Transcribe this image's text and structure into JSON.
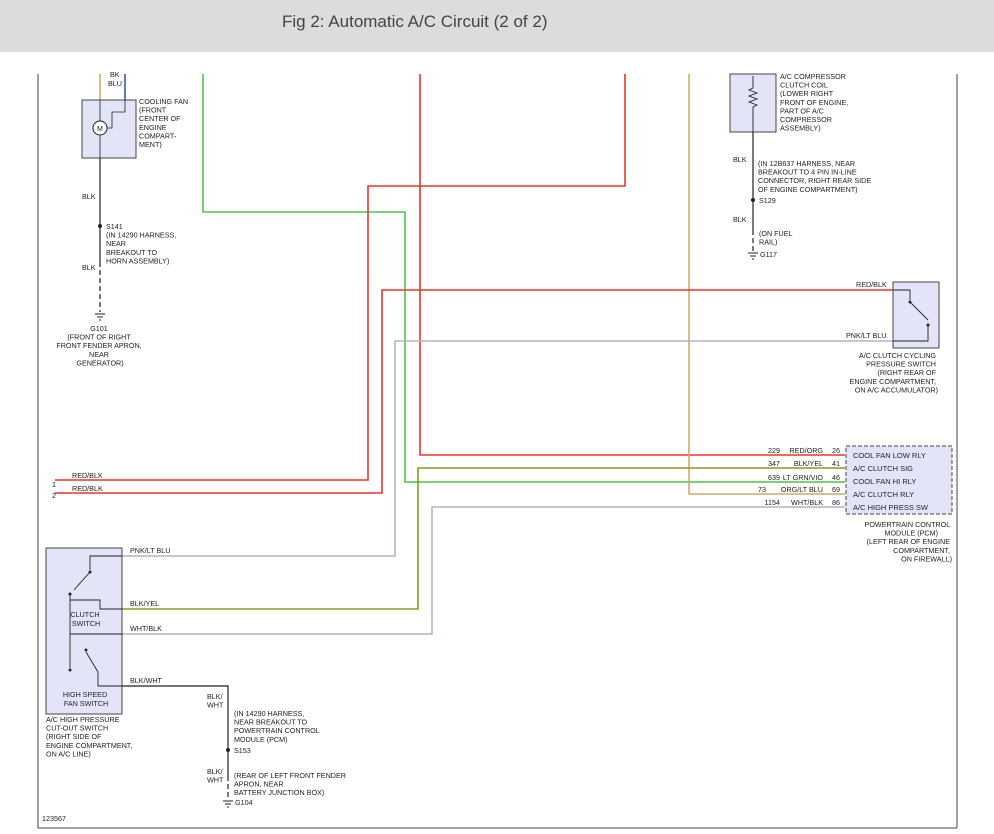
{
  "header": {
    "title": "Fig 2: Automatic A/C Circuit (2 of 2)"
  },
  "colors": {
    "header_bg": "#dcdcdc",
    "component_fill": "#e4e4f8",
    "red": "#e8362b",
    "green": "#4cc44c",
    "olive": "#8a9a1e",
    "tan": "#d4a868",
    "gray": "#b4b4cc",
    "blue": "#3b55b5",
    "black": "#222222"
  },
  "fan": {
    "top_labels": [
      "BK",
      "BLU"
    ],
    "label": [
      "COOLING FAN",
      "(FRONT",
      "CENTER OF",
      "ENGINE",
      "COMPART-",
      "MENT)"
    ],
    "wire_label": "BLK",
    "splice": [
      "S141",
      "(IN 14290 HARNESS,",
      "NEAR",
      "BREAKOUT TO",
      "HORN ASSEMBLY)"
    ],
    "wire_label2": "BLK",
    "ground": [
      "G101",
      "(FRONT OF RIGHT",
      "FRONT FENDER APRON,",
      "NEAR",
      "GENERATOR)"
    ]
  },
  "coil": {
    "label": [
      "A/C COMPRESSOR",
      "CLUTCH COIL",
      "(LOWER RIGHT",
      "FRONT OF ENGINE,",
      "PART OF A/C",
      "COMPRESSOR",
      "ASSEMBLY)"
    ],
    "wire_label": "BLK",
    "harness": [
      "(IN 12B637 HARNESS, NEAR",
      "BREAKOUT TO 4 PIN IN-LINE",
      "CONNECTOR, RIGHT REAR SIDE",
      "OF ENGINE COMPARTMENT)"
    ],
    "splice": "S129",
    "wire_label2": "BLK",
    "rail": [
      "(ON FUEL",
      "RAIL)"
    ],
    "ground": "G117"
  },
  "cycling_switch": {
    "wire1": "RED/BLK",
    "wire2": "PNK/LT BLU",
    "label": [
      "A/C CLUTCH CYCLING",
      "PRESSURE SWITCH",
      "(RIGHT REAR OF",
      "ENGINE COMPARTMENT,",
      "ON A/C ACCUMULATOR)"
    ]
  },
  "pcm": {
    "pins": [
      {
        "circuit": "229",
        "wire": "RED/ORG",
        "pin": "26",
        "label": "COOL FAN LOW RLY"
      },
      {
        "circuit": "347",
        "wire": "BLK/YEL",
        "pin": "41",
        "label": "A/C CLUTCH SIG"
      },
      {
        "circuit": "639",
        "wire": "LT GRN/VIO",
        "pin": "46",
        "label": "COOL FAN HI RLY"
      },
      {
        "circuit": "73",
        "wire": "ORG/LT BLU",
        "pin": "69",
        "label": "A/C CLUTCH RLY"
      },
      {
        "circuit": "1154",
        "wire": "WHT/BLK",
        "pin": "86",
        "label": "A/C HIGH PRESS SW"
      }
    ],
    "label": [
      "POWERTRAIN CONTROL",
      "MODULE (PCM)",
      "(LEFT REAR OF ENGINE",
      "COMPARTMENT,",
      "ON FIREWALL)"
    ]
  },
  "left_inputs": [
    {
      "num": "1",
      "wire": "RED/BLK"
    },
    {
      "num": "2",
      "wire": "RED/BLK"
    }
  ],
  "hp_switch": {
    "wires": [
      "PNK/LT BLU",
      "BLK/YEL",
      "WHT/BLK",
      "BLK/WHT"
    ],
    "clutch_label": [
      "CLUTCH",
      "SWITCH"
    ],
    "fan_label": [
      "HIGH SPEED",
      "FAN SWITCH"
    ],
    "label": [
      "A/C HIGH PRESSURE",
      "CUT-OUT SWITCH",
      "(RIGHT SIDE OF",
      "ENGINE COMPARTMENT,",
      "ON A/C LINE)"
    ]
  },
  "bottom": {
    "wire1": [
      "BLK/",
      "WHT"
    ],
    "harness": [
      "(IN 14290 HARNESS,",
      "NEAR BREAKOUT TO",
      "POWERTRAIN CONTROL",
      "MODULE (PCM)"
    ],
    "splice": "S153",
    "wire2": [
      "BLK/",
      "WHT"
    ],
    "rear": [
      "(REAR OF LEFT FRONT FENDER",
      "APRON, NEAR",
      "BATTERY JUNCTION BOX)"
    ],
    "ground": "G104"
  },
  "figure_number": "123567"
}
